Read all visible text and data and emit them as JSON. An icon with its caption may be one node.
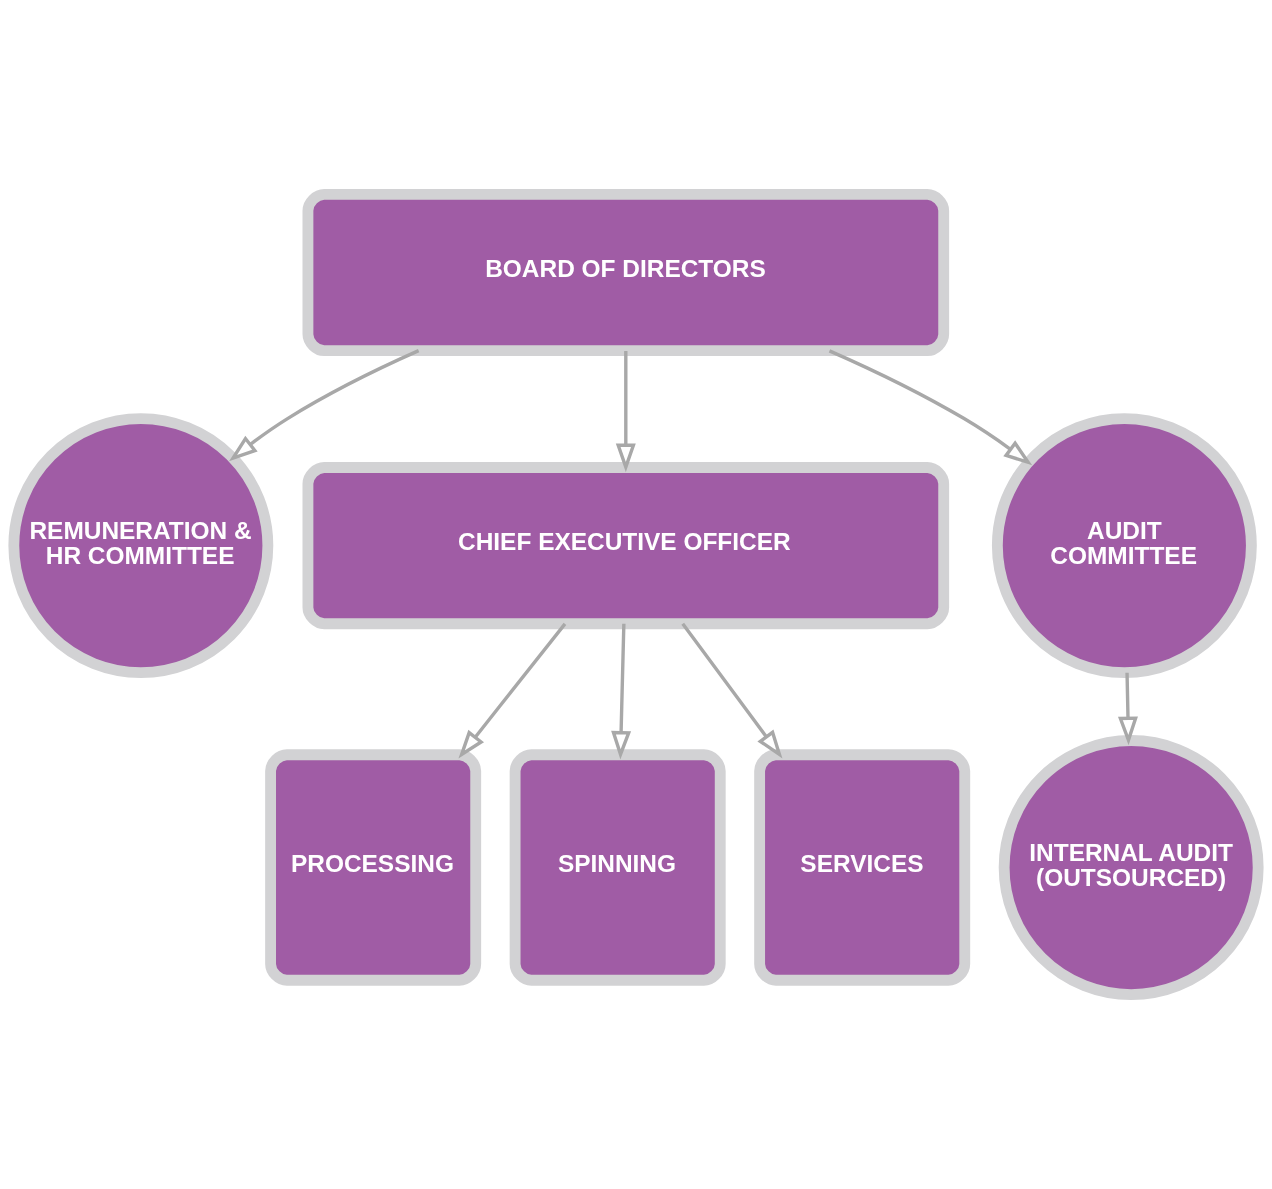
{
  "diagram": {
    "nodes": [
      {
        "text": [
          "BOARD OF DIRECTORS"
        ]
      },
      {
        "text": [
          "REMUNERATION & HR COMMITTEE"
        ]
      },
      {
        "text": [
          "CHIEF EXECUTIVE OFFICER"
        ]
      },
      {
        "text": [
          "AUDIT COMMITTEE"
        ]
      },
      {
        "text": [
          "INTERNAL AUDIT (OUTSOURCED)"
        ]
      },
      {
        "text": [
          "PROCESSING"
        ]
      },
      {
        "text": [
          "SPINNING"
        ]
      },
      {
        "text": [
          "SERVICES"
        ]
      }
    ],
    "edges": [
      {
        "from": 0,
        "to": 1,
        "arrow": "to"
      },
      {
        "from": 0,
        "to": 3,
        "arrow": "to"
      },
      {
        "from": 0,
        "to": 2,
        "arrow": "to"
      },
      {
        "from": 3,
        "to": 4,
        "arrow": "to"
      },
      {
        "from": 2,
        "to": 5,
        "arrow": "to"
      },
      {
        "from": 2,
        "to": 6,
        "arrow": "to"
      },
      {
        "from": 2,
        "to": 7,
        "arrow": "to"
      }
    ]
  }
}
